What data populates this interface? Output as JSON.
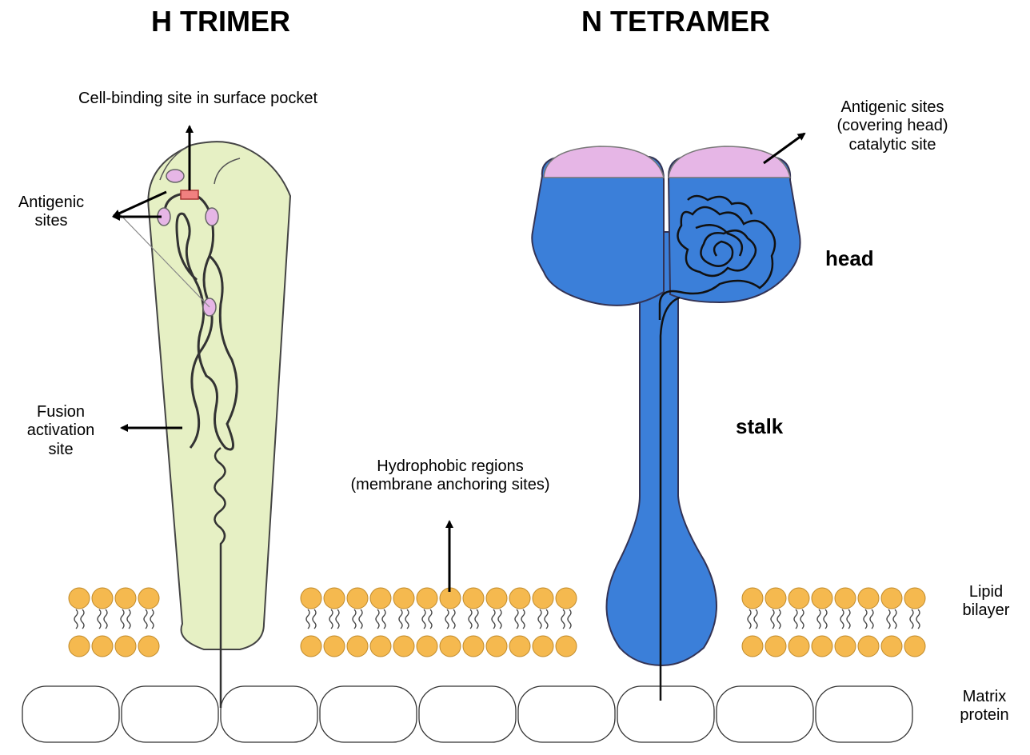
{
  "titles": {
    "h_trimer": "H TRIMER",
    "n_tetramer": "N TETRAMER"
  },
  "labels": {
    "cell_binding_site": "Cell-binding site in surface pocket",
    "antigenic_sites_line1": "Antigenic",
    "antigenic_sites_line2": "sites",
    "fusion_line1": "Fusion",
    "fusion_line2": "activation",
    "fusion_line3": "site",
    "hydrophobic_line1": "Hydrophobic regions",
    "hydrophobic_line2": "(membrane anchoring sites)",
    "n_antigenic_line1": "Antigenic sites",
    "n_antigenic_line2": "(covering head)",
    "n_antigenic_line3": "catalytic site",
    "head": "head",
    "stalk": "stalk",
    "lipid_line1": "Lipid",
    "lipid_line2": "bilayer",
    "matrix_line1": "Matrix",
    "matrix_line2": "protein"
  },
  "colors": {
    "h_trimer_fill": "#e6f0c4",
    "n_tetramer_fill": "#3b7fd9",
    "antigenic_fill": "#e6b6e6",
    "cell_binding_fill": "#f08080",
    "lipid_head_fill": "#f5b94f",
    "matrix_fill": "#ffffff",
    "outline": "#333333"
  }
}
